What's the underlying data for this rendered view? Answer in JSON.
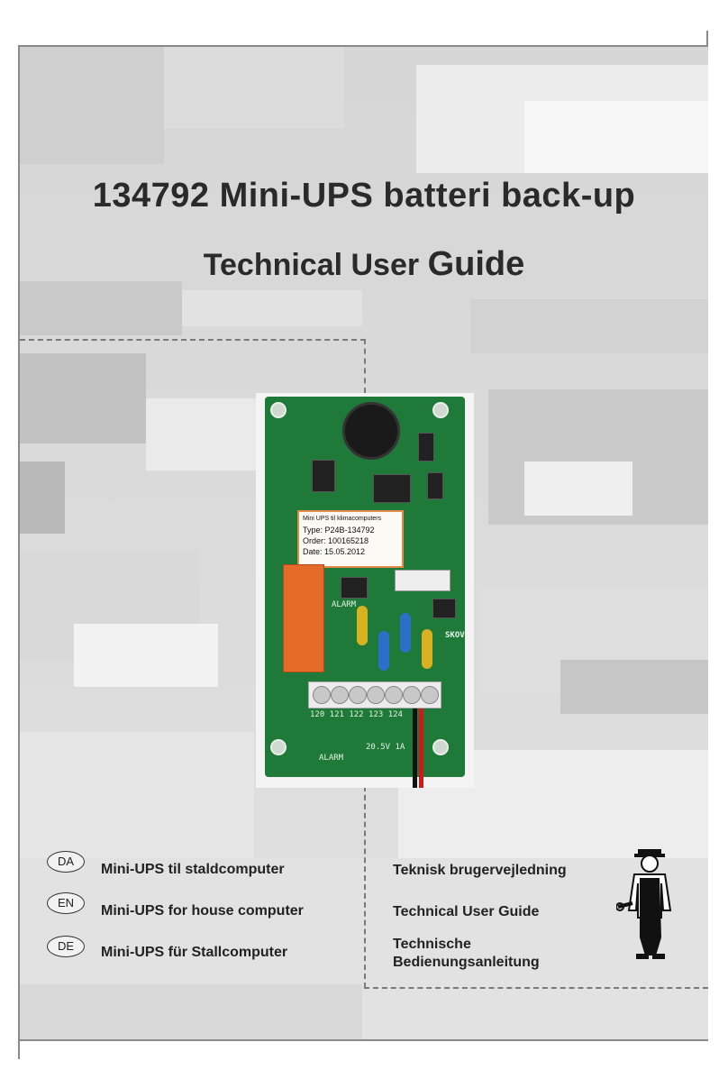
{
  "cover": {
    "title_line1": "134792 Mini-UPS batteri back-up",
    "title_line2_main": "Technical User ",
    "title_line2_big": "Guide"
  },
  "product_photo": {
    "label_header": "Mini UPS til klimacomputers",
    "label_type": "Type:  P24B-134792",
    "label_order": "Order:  100165218",
    "label_date": "Date:   15.05.2012",
    "silk_alarm": "ALARM",
    "silk_voltage": "20.5V 1A",
    "silk_brand": "SKOV",
    "silk_terminals": "120 121 122 123 124"
  },
  "languages": [
    {
      "code": "DA",
      "product": "Mini-UPS til staldcomputer",
      "doc": "Teknisk brugervejledning"
    },
    {
      "code": "EN",
      "product": "Mini-UPS for house computer",
      "doc": "Technical User Guide"
    },
    {
      "code": "DE",
      "product": "Mini-UPS für Stallcomputer",
      "doc_line1": "Technische",
      "doc_line2": "Bedienungsanleitung"
    }
  ],
  "icons": {
    "mechanic": "mechanic-with-wrench-icon"
  }
}
